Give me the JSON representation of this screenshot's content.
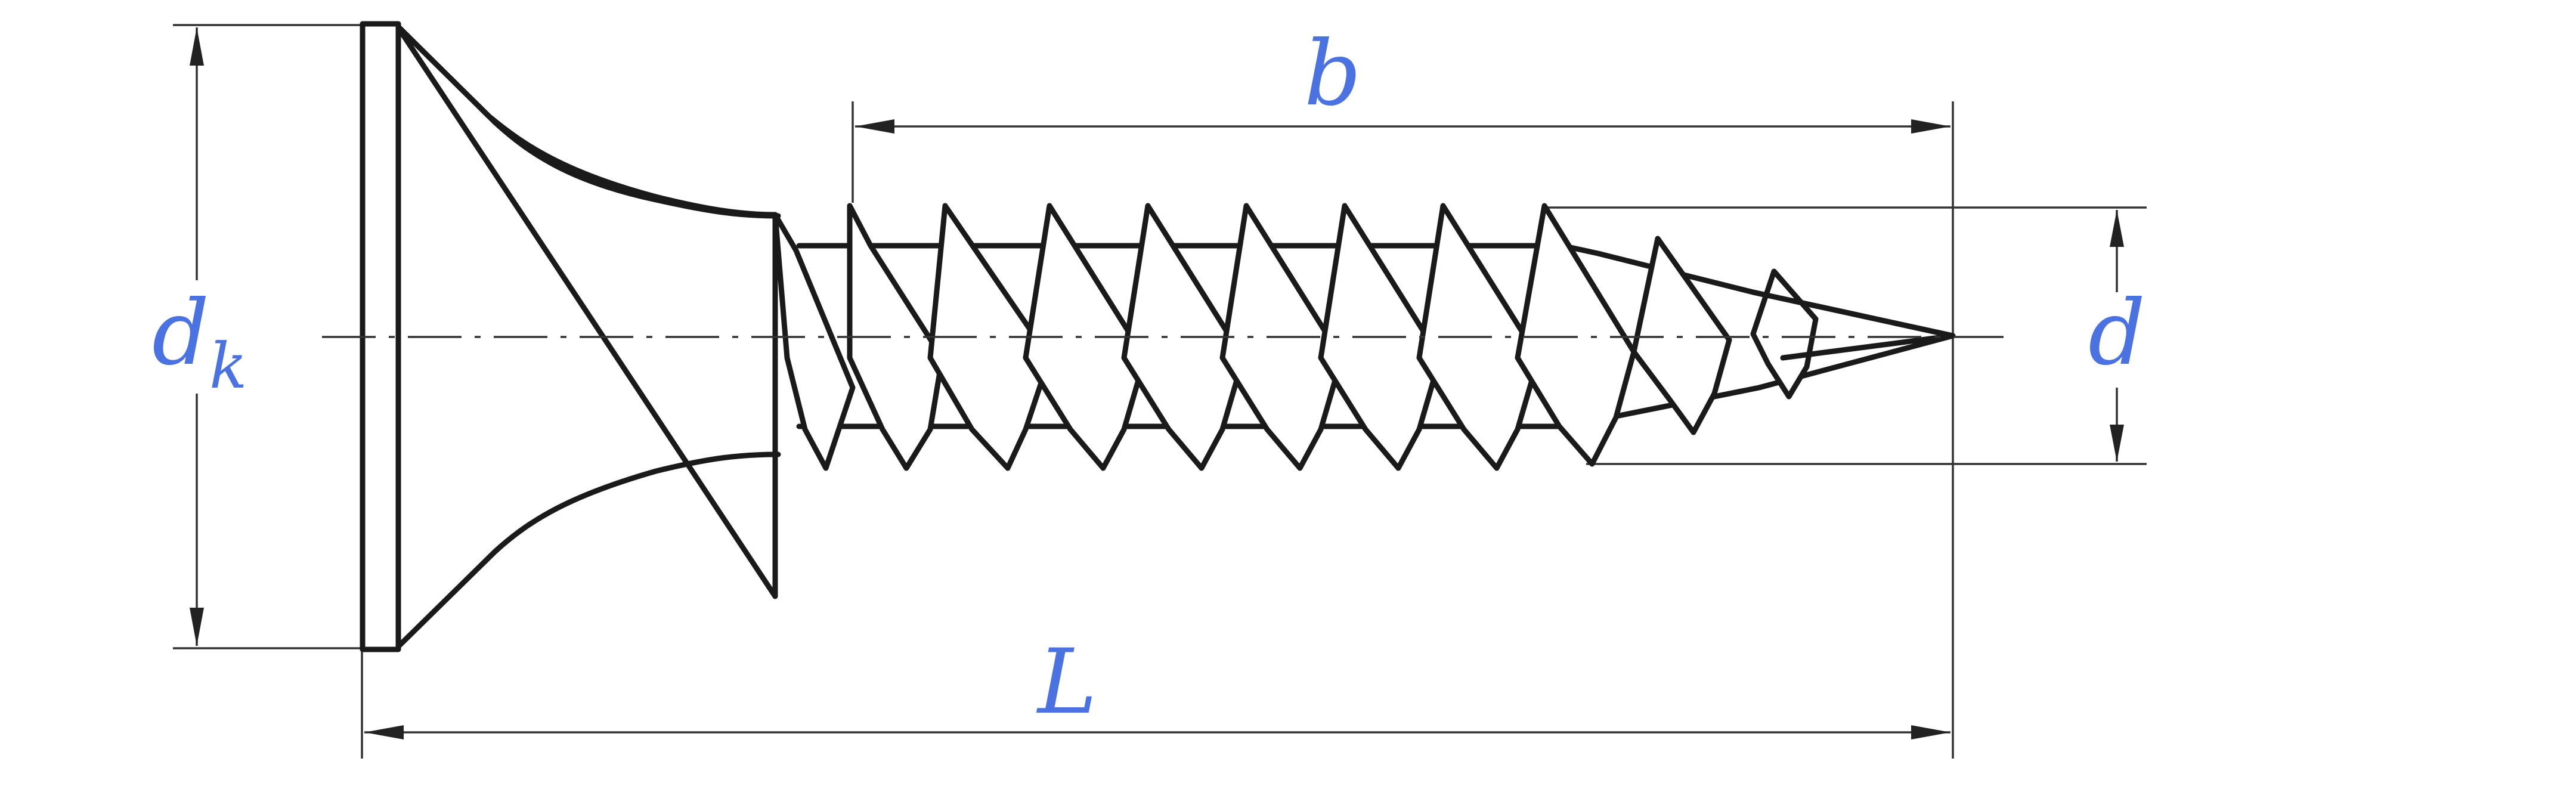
{
  "diagram": {
    "labels": {
      "dk_base": "d",
      "dk_sub": "k",
      "thread_length": "b",
      "nominal_diameter": "d",
      "total_length": "L"
    },
    "colors": {
      "label": "#4a72e0",
      "outline": "#1a1a1a",
      "dimension_line": "#333333"
    }
  }
}
